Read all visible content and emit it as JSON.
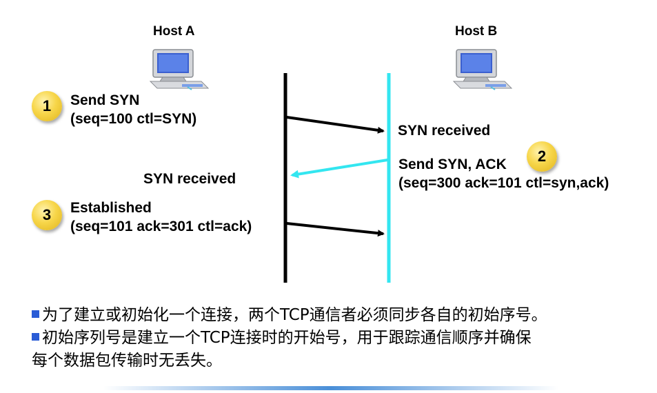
{
  "hosts": {
    "a_label": "Host A",
    "b_label": "Host B"
  },
  "steps": {
    "step1": {
      "number": "1",
      "line1": "Send SYN",
      "line2": "(seq=100 ctl=SYN)"
    },
    "step2": {
      "number": "2",
      "line1": "Send SYN, ACK",
      "line2": "(seq=300 ack=101 ctl=syn,ack)"
    },
    "step3": {
      "number": "3",
      "line1": "Established",
      "line2": "(seq=101 ack=301 ctl=ack)"
    }
  },
  "received": {
    "at_b": "SYN received",
    "at_a": "SYN received"
  },
  "notes": {
    "line1": "为了建立或初始化一个连接，两个TCP通信者必须同步各自的初始序号。",
    "line2": "初始序列号是建立一个TCP连接时的开始号，用于跟踪通信顺序并确保",
    "line3": "每个数据包传输时无丢失。"
  },
  "colors": {
    "host_a_line": "#000000",
    "host_b_line": "#33e6f0",
    "return_arrow": "#33e6f0",
    "badge": "#f7d64a",
    "bullet": "#2a5cd6"
  }
}
